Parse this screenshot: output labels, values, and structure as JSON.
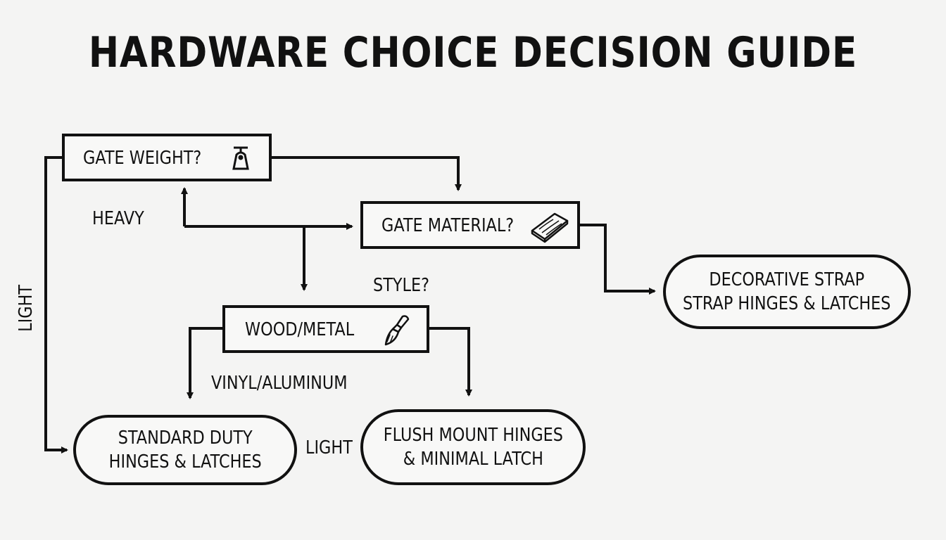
{
  "title": "HARDWARE CHOICE DECISION GUIDE",
  "nodes": {
    "gate_weight": {
      "label": "GATE WEIGHT?",
      "icon": "weight-scale-icon"
    },
    "gate_material": {
      "label": "GATE MATERIAL?",
      "icon": "wood-plank-icon"
    },
    "wood_metal": {
      "label": "WOOD/METAL",
      "icon": "paintbrush-icon"
    },
    "decorative": {
      "line1": "DECORATIVE STRAP",
      "line2": "STRAP HINGES & LATCHES"
    },
    "standard_duty": {
      "line1": "STANDARD DUTY",
      "line2": "HINGES & LATCHES"
    },
    "flush_mount": {
      "line1": "FLUSH MOUNT HINGES",
      "line2": "& MINIMAL LATCH"
    }
  },
  "edge_labels": {
    "heavy": "HEAVY",
    "light_left": "LIGHT",
    "style": "STYLE?",
    "vinyl_aluminum": "VINYL/ALUMINUM",
    "light_bottom": "LIGHT"
  },
  "colors": {
    "ink": "#111111",
    "background": "#f4f4f3"
  }
}
